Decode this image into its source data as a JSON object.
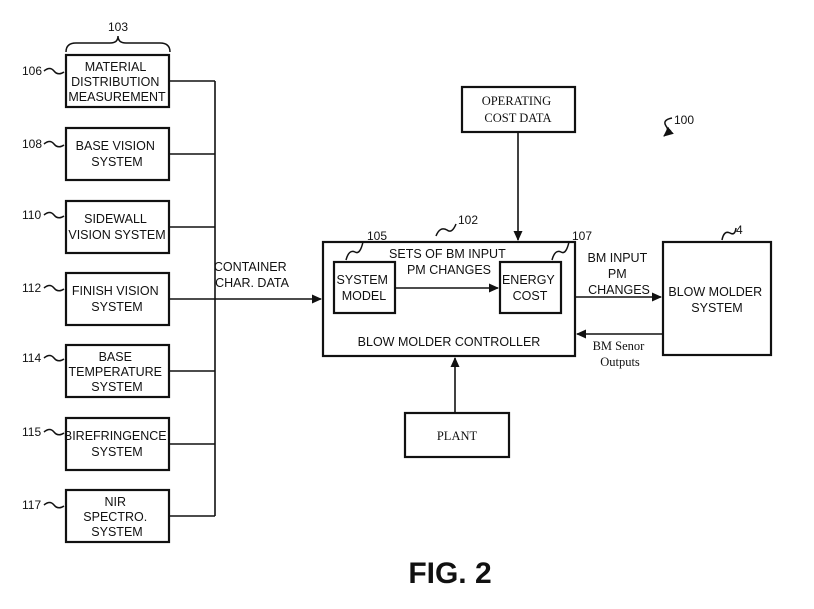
{
  "figure_label": "FIG. 2",
  "refs": {
    "system": "100",
    "group": "103",
    "controller": "102",
    "system_model": "105",
    "energy_cost": "107",
    "blow_molder": "4",
    "material": "106",
    "base_vision": "108",
    "sidewall": "110",
    "finish": "112",
    "base_temp": "114",
    "birefringence": "115",
    "nir": "117"
  },
  "sensors": {
    "material": [
      "MATERIAL",
      "DISTRIBUTION",
      "MEASUREMENT"
    ],
    "base_vision": [
      "BASE VISION",
      "SYSTEM"
    ],
    "sidewall": [
      "SIDEWALL",
      "VISION SYSTEM"
    ],
    "finish": [
      "FINISH VISION",
      "SYSTEM"
    ],
    "base_temp": [
      "BASE",
      "TEMPERATURE",
      "SYSTEM"
    ],
    "birefringence": [
      "BIREFRINGENCE",
      "SYSTEM"
    ],
    "nir": [
      "NIR",
      "SPECTRO.",
      "SYSTEM"
    ]
  },
  "labels": {
    "container_data": [
      "CONTAINER",
      "CHAR. DATA"
    ],
    "operating_cost": [
      "OPERATING",
      "COST DATA"
    ],
    "sets_bm": [
      "SETS OF BM INPUT",
      "PM CHANGES"
    ],
    "system_model": [
      "SYSTEM",
      "MODEL"
    ],
    "energy_cost": [
      "ENERGY",
      "COST"
    ],
    "controller": "BLOW MOLDER CONTROLLER",
    "bm_input": [
      "BM INPUT",
      "PM",
      "CHANGES"
    ],
    "blow_molder": [
      "BLOW MOLDER",
      "SYSTEM"
    ],
    "bm_sensor": [
      "BM Senor",
      "Outputs"
    ],
    "plant": "PLANT"
  }
}
